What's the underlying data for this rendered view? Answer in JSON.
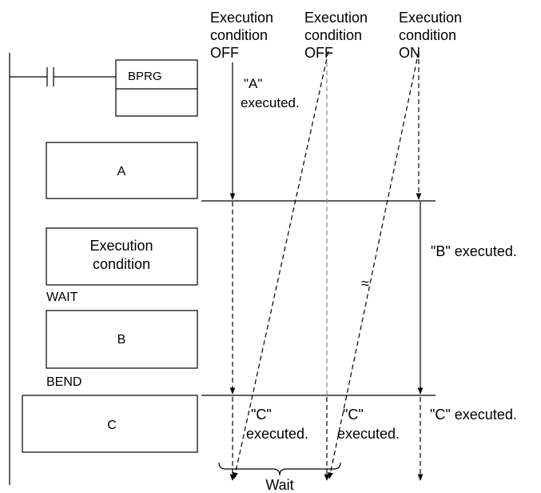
{
  "column_headers": [
    {
      "line1": "Execution",
      "line2": "condition",
      "line3": "OFF"
    },
    {
      "line1": "Execution",
      "line2": "condition",
      "line3": "OFF"
    },
    {
      "line1": "Execution",
      "line2": "condition",
      "line3": "ON"
    }
  ],
  "ladder": {
    "instruction": "BPRG",
    "block_a": "A",
    "condition_line1": "Execution",
    "condition_line2": "condition",
    "wait_label": "WAIT",
    "block_b": "B",
    "bend_label": "BEND",
    "block_c": "C"
  },
  "annotations": {
    "a_executed_line1": "\"A\"",
    "a_executed_line2": "executed.",
    "b_executed": "\"B\" executed.",
    "c1_line1": "\"C\"",
    "c1_line2": "executed.",
    "c2_line1": "\"C\"",
    "c2_line2": "executed.",
    "c3": "\"C\" executed.",
    "wait": "Wait",
    "break_mark": "≈"
  }
}
